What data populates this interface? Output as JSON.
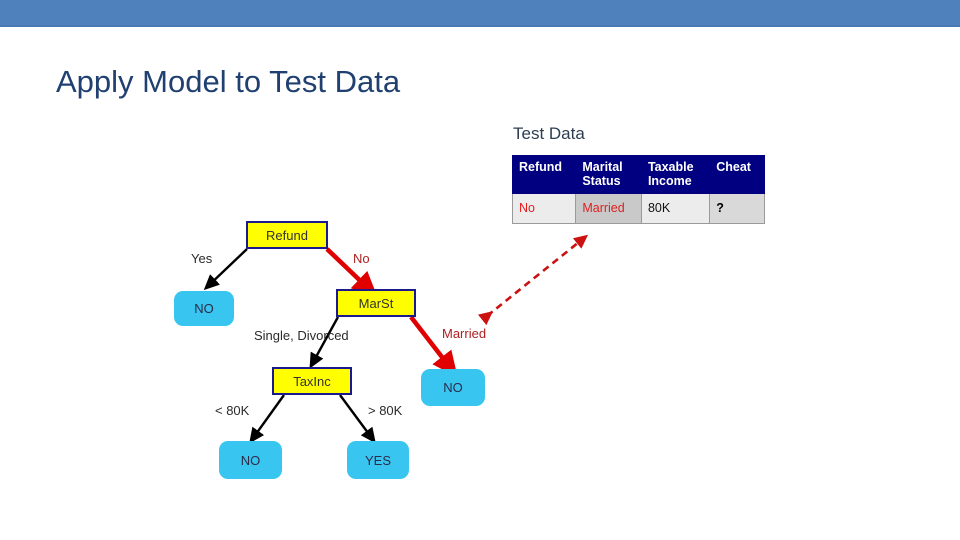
{
  "top_bar": {
    "color": "#4f81bd"
  },
  "slide": {
    "title": "Apply Model to Test Data"
  },
  "test_data": {
    "caption": "Test Data",
    "header_color": "#000080",
    "columns": [
      "Refund",
      "Marital Status",
      "Taxable Income",
      "Cheat"
    ],
    "rows": [
      {
        "refund": "No",
        "marital_status": "Married",
        "taxable_income": "80K",
        "cheat": "?"
      }
    ]
  },
  "tree": {
    "nodes": [
      {
        "id": "refund",
        "label": "Refund",
        "type": "internal"
      },
      {
        "id": "no-yes-branch",
        "label": "NO",
        "type": "leaf"
      },
      {
        "id": "marst",
        "label": "MarSt",
        "type": "internal"
      },
      {
        "id": "no-married",
        "label": "NO",
        "type": "leaf"
      },
      {
        "id": "taxinc",
        "label": "TaxInc",
        "type": "internal"
      },
      {
        "id": "no-low",
        "label": "NO",
        "type": "leaf"
      },
      {
        "id": "yes-high",
        "label": "YES",
        "type": "leaf"
      }
    ],
    "edge_labels": [
      {
        "id": "yes",
        "text": "Yes",
        "color": "#2b2b2b"
      },
      {
        "id": "no",
        "text": "No",
        "color": "#b02020"
      },
      {
        "id": "single-divorced",
        "text": "Single, Divorced",
        "color": "#2b2b2b"
      },
      {
        "id": "married",
        "text": "Married",
        "color": "#b02020"
      },
      {
        "id": "lt80k",
        "text": "< 80K",
        "color": "#2b2b2b"
      },
      {
        "id": "gt80k",
        "text": "> 80K",
        "color": "#2b2b2b"
      }
    ],
    "highlight_color": "#e00000",
    "node_fill": "#ffff00",
    "leaf_fill": "#38c6f0"
  }
}
